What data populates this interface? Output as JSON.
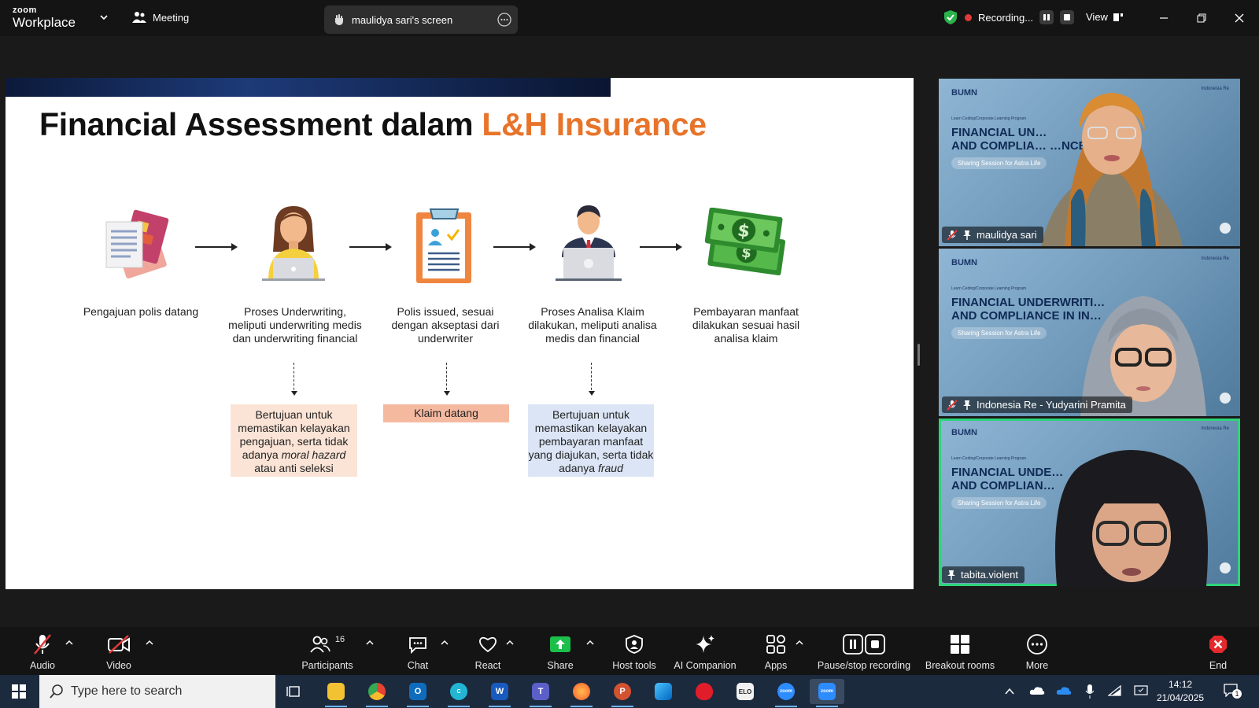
{
  "titlebar": {
    "brand_top": "zoom",
    "brand_bottom": "Workplace",
    "meeting_label": "Meeting",
    "screen_share_label": "maulidya sari's screen",
    "recording_label": "Recording...",
    "view_label": "View"
  },
  "slide": {
    "title_main": "Financial Assessment dalam ",
    "title_highlight": "L&H Insurance",
    "steps": [
      {
        "label": "Pengajuan polis datang",
        "icon": "documents-icon"
      },
      {
        "label": "Proses Underwriting, meliputi underwriting medis dan underwriting financial",
        "icon": "woman-laptop-icon"
      },
      {
        "label": "Polis issued, sesuai dengan akseptasi dari underwriter",
        "icon": "clipboard-icon"
      },
      {
        "label": "Proses Analisa Klaim dilakukan, meliputi analisa medis dan financial",
        "icon": "man-laptop-icon"
      },
      {
        "label": "Pembayaran manfaat dilakukan sesuai hasil analisa klaim",
        "icon": "money-icon"
      }
    ],
    "notes": [
      {
        "pre": "Bertujuan untuk memastikan kelayakan pengajuan, serta tidak adanya ",
        "em": "moral hazard",
        "post": " atau anti seleksi",
        "color": "#fbe4d6"
      },
      {
        "pre": "Klaim datang",
        "em": "",
        "post": "",
        "color": "#f5b9a0"
      },
      {
        "pre": "Bertujuan untuk memastikan kelayakan pembayaran manfaat yang diajukan, serta tidak adanya ",
        "em": "fraud",
        "post": "",
        "color": "#dbe5f5"
      }
    ]
  },
  "participants": [
    {
      "name": "maulidya sari",
      "bg_title": "FINANCIAL UN…\nAND COMPLIA… …NCE",
      "bg_sub": "Sharing Session for Astra Life",
      "muted": true,
      "active": false
    },
    {
      "name": "Indonesia Re - Yudyarini Pramita",
      "bg_title": "FINANCIAL UNDERWRITI…\nAND COMPLIANCE IN IN…",
      "bg_sub": "Sharing Session for Astra Life",
      "muted": true,
      "active": false
    },
    {
      "name": "tabita.violent",
      "bg_title": "FINANCIAL UNDE…\nAND COMPLIAN…",
      "bg_sub": "Sharing Session for Astra Life",
      "muted": false,
      "active": true
    }
  ],
  "tile_bg": {
    "bumn": "BUMN",
    "program": "Learn Ceding/Corporate Learning Program",
    "logo": "Indonesia Re"
  },
  "toolbar": {
    "audio": "Audio",
    "video": "Video",
    "participants": "Participants",
    "participants_count": "16",
    "chat": "Chat",
    "react": "React",
    "share": "Share",
    "host_tools": "Host tools",
    "ai_companion": "AI Companion",
    "apps": "Apps",
    "pause_stop": "Pause/stop recording",
    "breakout": "Breakout rooms",
    "more": "More",
    "end": "End"
  },
  "taskbar": {
    "search_placeholder": "Type here to search",
    "time": "14:12",
    "date": "21/04/2025",
    "notification_count": "1"
  },
  "colors": {
    "accent_orange": "#e8742a",
    "active_green": "#2dd47a",
    "share_green": "#1bbf4a",
    "end_red": "#e5282b"
  }
}
